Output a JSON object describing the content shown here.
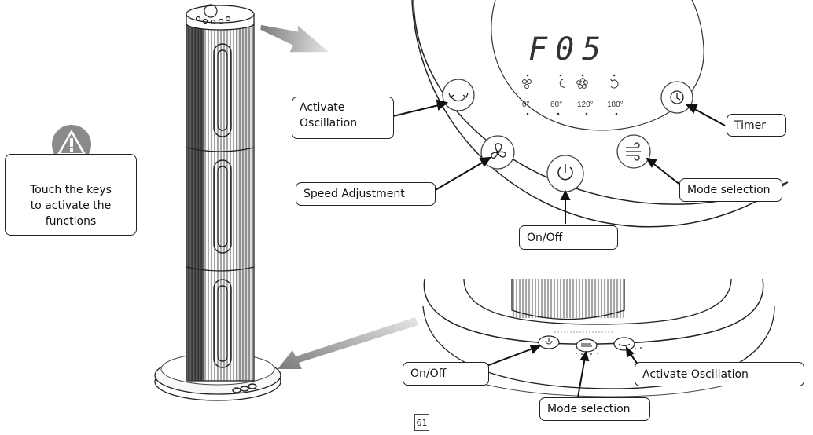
{
  "display": {
    "readout": "F05"
  },
  "mode_icons": [
    {
      "name": "fan-normal-icon"
    },
    {
      "name": "moon-sleep-icon"
    },
    {
      "name": "flower-natural-icon"
    },
    {
      "name": "rotate-icon"
    }
  ],
  "oscillation_angles": [
    "0°",
    "60°",
    "120°",
    "180°"
  ],
  "callouts": {
    "activate_oscillation": "Activate\nOscillation",
    "timer": "Timer",
    "speed_adjustment": "Speed Adjustment",
    "mode_selection": "Mode selection",
    "on_off": "On/Off"
  },
  "base_callouts": {
    "on_off": "On/Off",
    "activate_oscillation": "Activate Oscillation",
    "mode_selection": "Mode selection"
  },
  "warning": {
    "icon": "exclamation-triangle-icon",
    "text": "Touch the keys\nto activate the\nfunctions"
  },
  "page_number": "61",
  "colors": {
    "line": "#222222",
    "arrow_gray": "#9a9a9a",
    "warning_gray": "#8a8a8a"
  }
}
